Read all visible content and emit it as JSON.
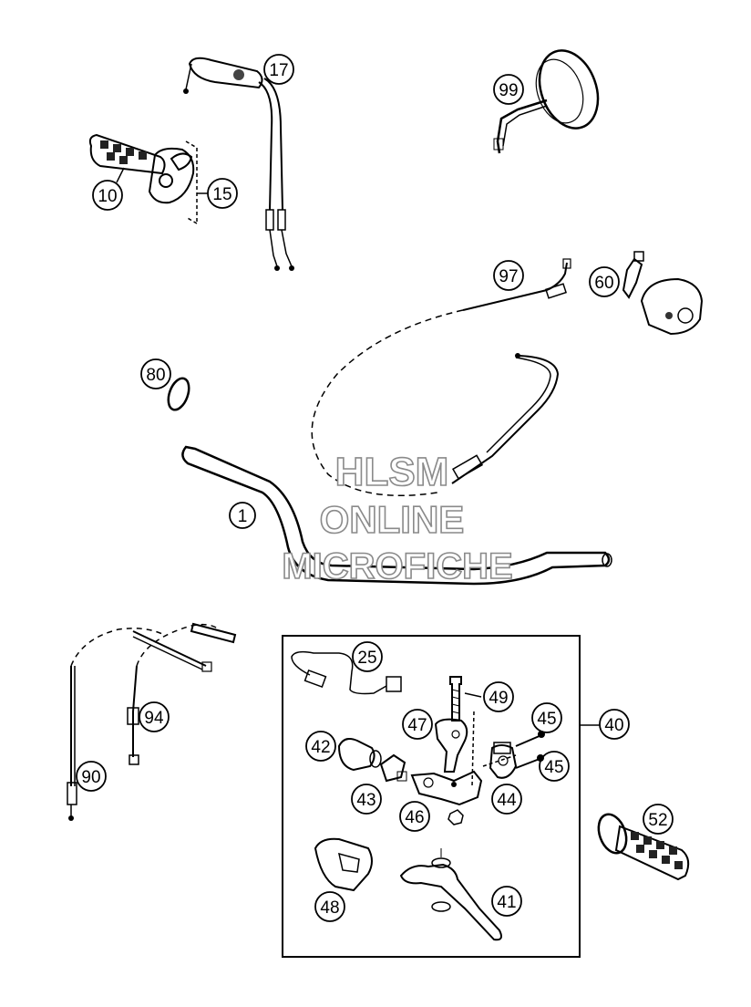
{
  "watermark": {
    "line1": "HLSM",
    "line2": "ONLINE",
    "line3": "MICROFICHE"
  },
  "callouts": {
    "c1": "1",
    "c10": "10",
    "c15": "15",
    "c17": "17",
    "c25": "25",
    "c40": "40",
    "c41": "41",
    "c42": "42",
    "c43": "43",
    "c44": "44",
    "c45a": "45",
    "c45b": "45",
    "c46": "46",
    "c47": "47",
    "c48": "48",
    "c49": "49",
    "c52": "52",
    "c60": "60",
    "c80": "80",
    "c90": "90",
    "c94": "94",
    "c97": "97",
    "c99": "99"
  }
}
